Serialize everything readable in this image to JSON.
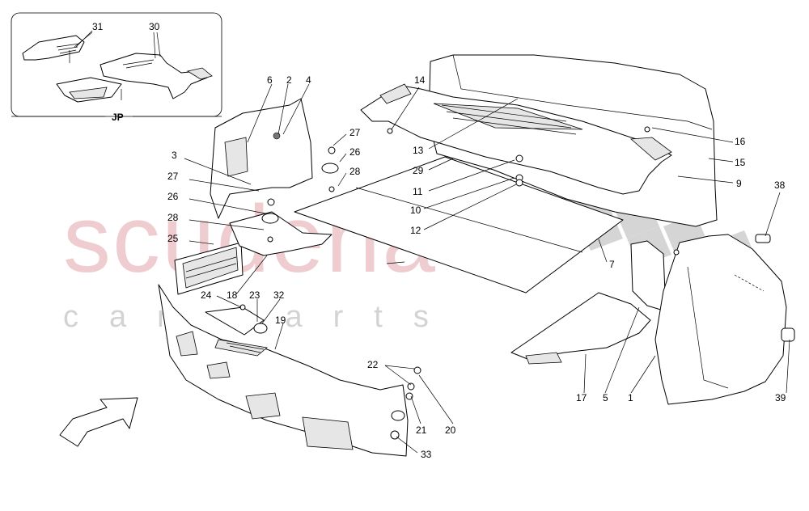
{
  "watermark": {
    "brand": "scuderia",
    "sub": "car parts"
  },
  "inset": {
    "label": "JP"
  },
  "callouts": [
    {
      "id": "31",
      "text": "31"
    },
    {
      "id": "30",
      "text": "30"
    },
    {
      "id": "6",
      "text": "6"
    },
    {
      "id": "2",
      "text": "2"
    },
    {
      "id": "4",
      "text": "4"
    },
    {
      "id": "14",
      "text": "14"
    },
    {
      "id": "3",
      "text": "3"
    },
    {
      "id": "27a",
      "text": "27"
    },
    {
      "id": "26a",
      "text": "26"
    },
    {
      "id": "28a",
      "text": "28"
    },
    {
      "id": "27b",
      "text": "27"
    },
    {
      "id": "26b",
      "text": "26"
    },
    {
      "id": "28b",
      "text": "28"
    },
    {
      "id": "25",
      "text": "25"
    },
    {
      "id": "13",
      "text": "13"
    },
    {
      "id": "29",
      "text": "29"
    },
    {
      "id": "11",
      "text": "11"
    },
    {
      "id": "10",
      "text": "10"
    },
    {
      "id": "12",
      "text": "12"
    },
    {
      "id": "16",
      "text": "16"
    },
    {
      "id": "15",
      "text": "15"
    },
    {
      "id": "9",
      "text": "9"
    },
    {
      "id": "38",
      "text": "38"
    },
    {
      "id": "7",
      "text": "7"
    },
    {
      "id": "24",
      "text": "24"
    },
    {
      "id": "18",
      "text": "18"
    },
    {
      "id": "23",
      "text": "23"
    },
    {
      "id": "32",
      "text": "32"
    },
    {
      "id": "19",
      "text": "19"
    },
    {
      "id": "22",
      "text": "22"
    },
    {
      "id": "21",
      "text": "21"
    },
    {
      "id": "20",
      "text": "20"
    },
    {
      "id": "33",
      "text": "33"
    },
    {
      "id": "17",
      "text": "17"
    },
    {
      "id": "5",
      "text": "5"
    },
    {
      "id": "1",
      "text": "1"
    },
    {
      "id": "39",
      "text": "39"
    }
  ],
  "icons": {
    "direction_arrow": "direction-arrow-icon"
  }
}
